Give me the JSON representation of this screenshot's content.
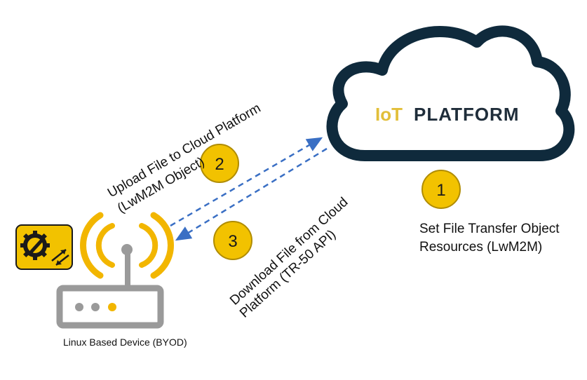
{
  "cloud": {
    "platform_label_a": "IoT",
    "platform_label_b": "PLATFORM"
  },
  "steps": [
    {
      "number": "1",
      "text_line1": "Set File Transfer Object",
      "text_line2": "Resources (LwM2M)"
    },
    {
      "number": "2",
      "text_line1": "Upload File to Cloud Platform",
      "text_line2": "(LwM2M Object)"
    },
    {
      "number": "3",
      "text_line1": "Download File from Cloud",
      "text_line2": "Platform (TR-50 API)"
    }
  ],
  "device": {
    "caption": "Linux Based Device (BYOD)"
  },
  "colors": {
    "cloud_outline": "#0f2a3c",
    "step_badge": "#f2c200",
    "step_badge_border": "#b08c00",
    "arrow": "#3a6fc4",
    "device_body": "#9a9a9a",
    "signal": "#f2b600",
    "tool_icon_bg": "#f2c200"
  },
  "icons": [
    "cloud-icon",
    "router-icon",
    "wifi-signal-icon",
    "gear-wrench-icon",
    "transfer-arrows-icon"
  ]
}
